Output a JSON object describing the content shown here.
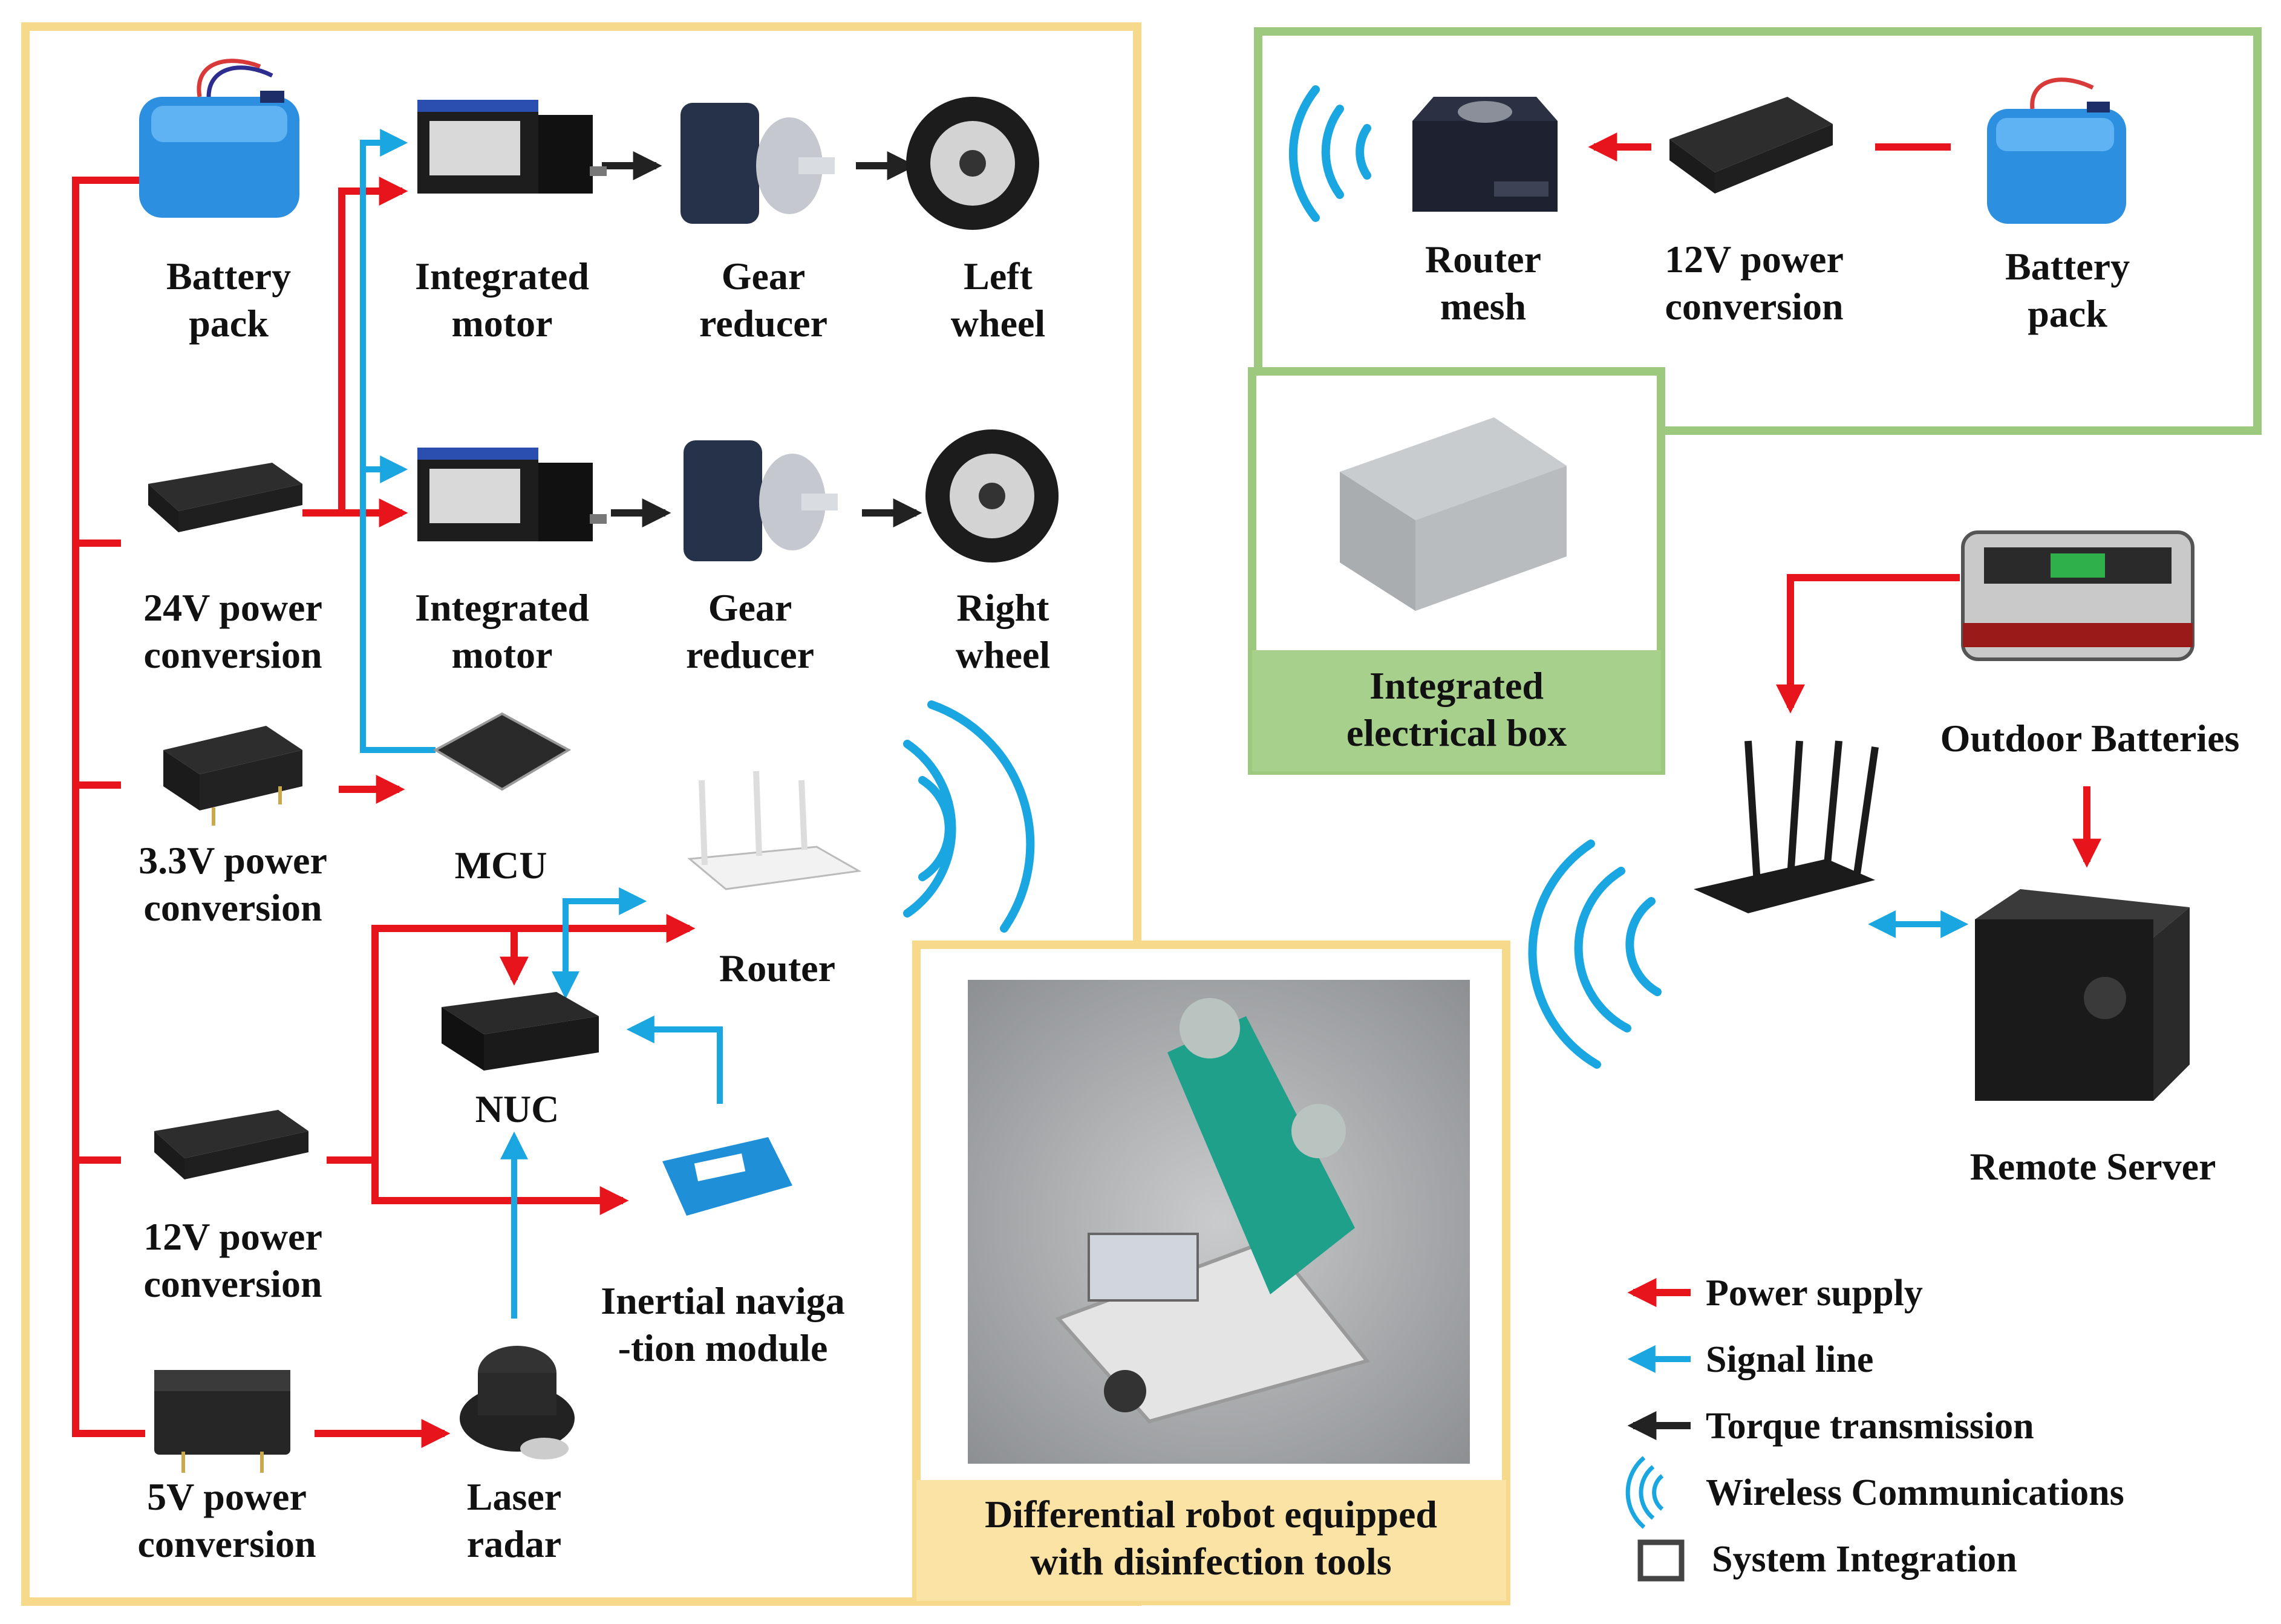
{
  "colors": {
    "power": "#e8141b",
    "signal": "#1aa6e0",
    "torque": "#222222",
    "robot_frame": "#f7d98b",
    "integration_frame": "#9cc97e",
    "caption_fill": "#fbe3a6",
    "box_caption_fill": "#a8d08d"
  },
  "robot_components": {
    "battery_pack": [
      "Battery",
      "pack"
    ],
    "power_24v": [
      "24V power",
      "conversion"
    ],
    "power_3v3": [
      "3.3V power",
      "conversion"
    ],
    "power_12v": [
      "12V power",
      "conversion"
    ],
    "power_5v": [
      "5V power",
      "conversion"
    ],
    "motor_top": [
      "Integrated",
      "motor"
    ],
    "motor_bottom": [
      "Integrated",
      "motor"
    ],
    "gear_top": [
      "Gear",
      "reducer"
    ],
    "gear_bottom": [
      "Gear",
      "reducer"
    ],
    "left_wheel": [
      "Left",
      "wheel"
    ],
    "right_wheel": [
      "Right",
      "wheel"
    ],
    "mcu": "MCU",
    "router": "Router",
    "nuc": "NUC",
    "imu": [
      "Inertial naviga",
      "-tion module"
    ],
    "laser_radar": [
      "Laser",
      "radar"
    ]
  },
  "robot_caption": [
    "Differential robot equipped",
    "with disinfection tools"
  ],
  "integration": {
    "router_mesh": [
      "Router",
      "mesh"
    ],
    "power_12v": [
      "12V power",
      "conversion"
    ],
    "battery_pack": [
      "Battery",
      "pack"
    ],
    "electrical_box": [
      "Integrated",
      "electrical box"
    ]
  },
  "remote": {
    "outdoor_batteries": "Outdoor Batteries",
    "remote_server": "Remote Server"
  },
  "legend": [
    {
      "label": "Power supply",
      "icon": "red-arrow-icon"
    },
    {
      "label": "Signal line",
      "icon": "blue-arrow-icon"
    },
    {
      "label": "Torque transmission",
      "icon": "black-arrow-icon"
    },
    {
      "label": "Wireless Communications",
      "icon": "wireless-icon"
    },
    {
      "label": "System Integration",
      "icon": "square-outline-icon"
    }
  ]
}
